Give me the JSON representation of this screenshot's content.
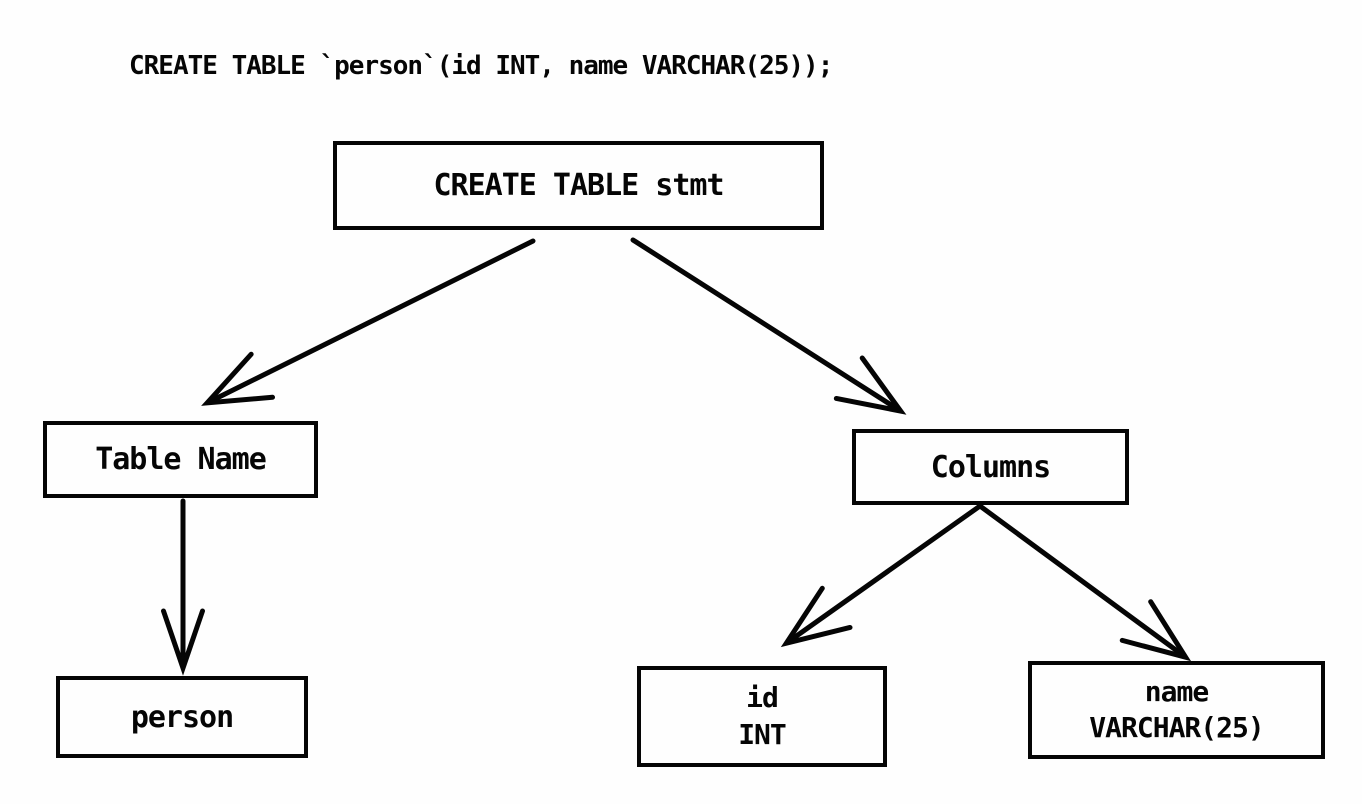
{
  "title": "CREATE TABLE `person`(id INT, name VARCHAR(25));",
  "diagram": {
    "root": {
      "label": "CREATE TABLE stmt"
    },
    "table_name": {
      "label": "Table Name"
    },
    "columns": {
      "label": "Columns"
    },
    "person": {
      "label": "person"
    },
    "id_column": {
      "line1": "id",
      "line2": "INT"
    },
    "name_column": {
      "line1": "name",
      "line2": "VARCHAR(25)"
    },
    "edges": [
      "root->table_name",
      "root->columns",
      "table_name->person",
      "columns->id_column",
      "columns->name_column"
    ],
    "colors": {
      "ink": "#050505",
      "background": "#fefefe"
    }
  }
}
